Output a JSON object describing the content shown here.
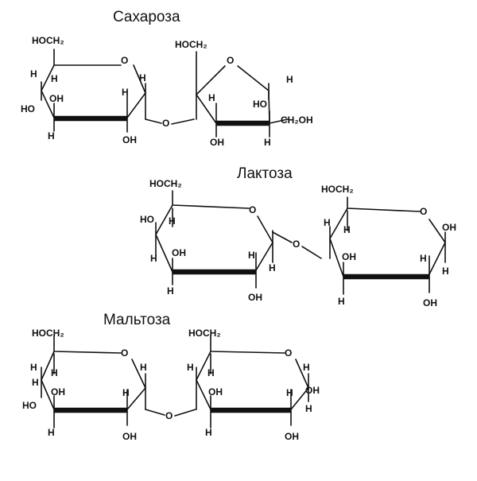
{
  "titles": {
    "sucrose": "Сахароза",
    "lactose": "Лактоза",
    "maltose": "Мальтоза"
  },
  "labels": {
    "hoch2": "HOCH₂",
    "h": "H",
    "oh": "OH",
    "ho": "HO",
    "o": "O",
    "ch2oh": "CH₂OH"
  },
  "colors": {
    "ink": "#111111",
    "background": "#ffffff"
  }
}
